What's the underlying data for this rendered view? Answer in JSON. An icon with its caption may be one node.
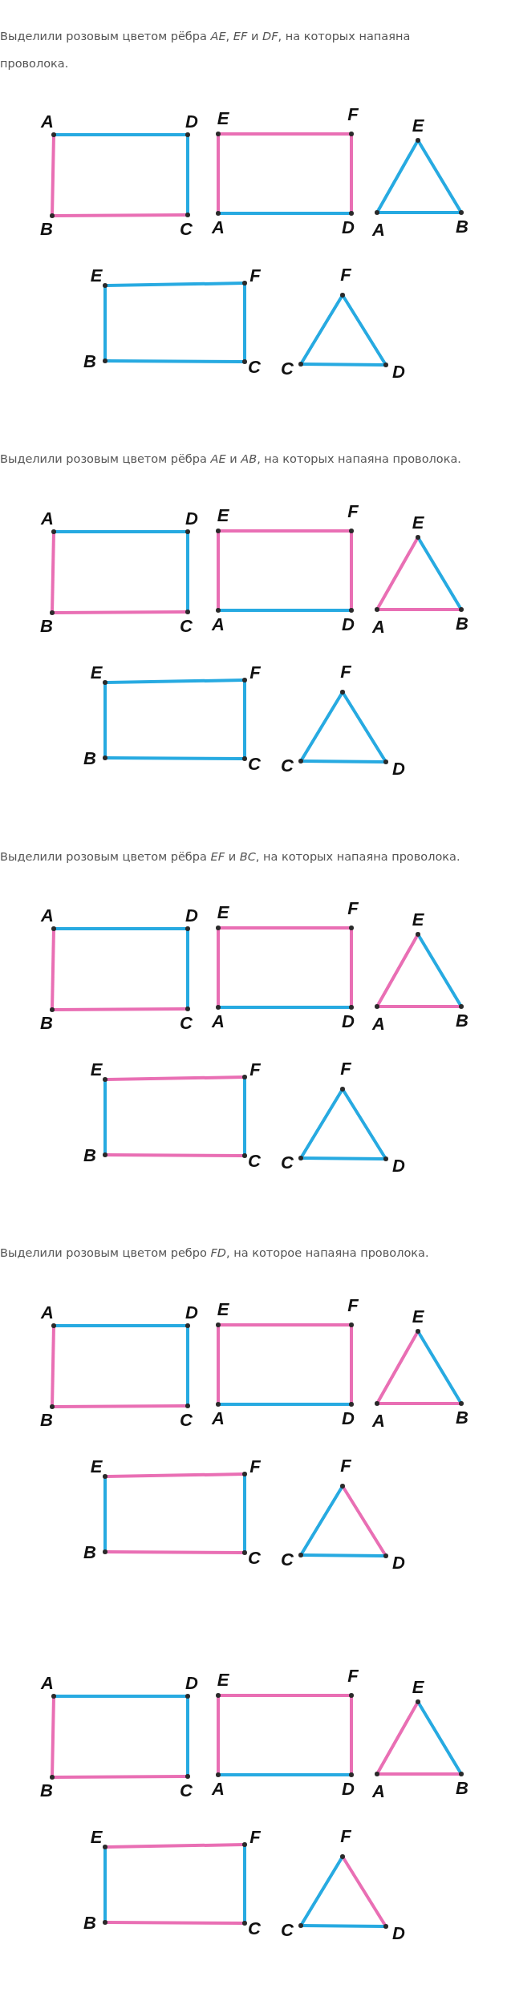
{
  "diagram": {
    "nodes": [
      {
        "text": [],
        "shape": "point",
        "beside": [
          "A"
        ]
      },
      {
        "text": [],
        "shape": "point",
        "beside": [
          "D"
        ]
      },
      {
        "text": [],
        "shape": "point",
        "beside": [
          "B"
        ]
      },
      {
        "text": [],
        "shape": "point",
        "beside": [
          "C"
        ]
      },
      {
        "text": [],
        "shape": "point",
        "beside": [
          "E"
        ]
      },
      {
        "text": [],
        "shape": "point",
        "beside": [
          "F"
        ]
      },
      {
        "text": [],
        "shape": "point",
        "beside": [
          "A"
        ]
      },
      {
        "text": [],
        "shape": "point",
        "beside": [
          "D"
        ]
      },
      {
        "text": [],
        "shape": "point",
        "beside": [
          "E"
        ]
      },
      {
        "text": [],
        "shape": "point",
        "beside": [
          "A"
        ]
      },
      {
        "text": [],
        "shape": "point",
        "beside": [
          "B"
        ]
      },
      {
        "text": [],
        "shape": "point",
        "beside": [
          "E"
        ]
      },
      {
        "text": [],
        "shape": "point",
        "beside": [
          "F"
        ]
      },
      {
        "text": [],
        "shape": "point",
        "beside": [
          "B"
        ]
      },
      {
        "text": [],
        "shape": "point",
        "beside": [
          "C"
        ]
      },
      {
        "text": [],
        "shape": "point",
        "beside": [
          "F"
        ]
      },
      {
        "text": [],
        "shape": "point",
        "beside": [
          "C"
        ]
      },
      {
        "text": [],
        "shape": "point",
        "beside": [
          "D"
        ]
      },
      {
        "text": [],
        "shape": "point",
        "beside": [
          "A"
        ]
      },
      {
        "text": [],
        "shape": "point",
        "beside": [
          "D"
        ]
      },
      {
        "text": [],
        "shape": "point",
        "beside": [
          "B"
        ]
      },
      {
        "text": [],
        "shape": "point",
        "beside": [
          "C"
        ]
      },
      {
        "text": [],
        "shape": "point",
        "beside": [
          "E"
        ]
      },
      {
        "text": [],
        "shape": "point",
        "beside": [
          "F"
        ]
      },
      {
        "text": [],
        "shape": "point",
        "beside": [
          "A"
        ]
      },
      {
        "text": [],
        "shape": "point",
        "beside": [
          "D"
        ]
      },
      {
        "text": [],
        "shape": "point",
        "beside": [
          "E"
        ]
      },
      {
        "text": [],
        "shape": "point",
        "beside": [
          "A"
        ]
      },
      {
        "text": [],
        "shape": "point",
        "beside": [
          "B"
        ]
      },
      {
        "text": [],
        "shape": "point",
        "beside": [
          "E"
        ]
      },
      {
        "text": [],
        "shape": "point",
        "beside": [
          "F"
        ]
      },
      {
        "text": [],
        "shape": "point",
        "beside": [
          "B"
        ]
      },
      {
        "text": [],
        "shape": "point",
        "beside": [
          "C"
        ]
      },
      {
        "text": [],
        "shape": "point",
        "beside": [
          "F"
        ]
      },
      {
        "text": [],
        "shape": "point",
        "beside": [
          "C"
        ]
      },
      {
        "text": [],
        "shape": "point",
        "beside": [
          "D"
        ]
      },
      {
        "text": [],
        "shape": "point",
        "beside": [
          "A"
        ]
      },
      {
        "text": [],
        "shape": "point",
        "beside": [
          "D"
        ]
      },
      {
        "text": [],
        "shape": "point",
        "beside": [
          "B"
        ]
      },
      {
        "text": [],
        "shape": "point",
        "beside": [
          "C"
        ]
      },
      {
        "text": [],
        "shape": "point",
        "beside": [
          "E"
        ]
      },
      {
        "text": [],
        "shape": "point",
        "beside": [
          "F"
        ]
      },
      {
        "text": [],
        "shape": "point",
        "beside": [
          "A"
        ]
      },
      {
        "text": [],
        "shape": "point",
        "beside": [
          "D"
        ]
      },
      {
        "text": [],
        "shape": "point",
        "beside": [
          "E"
        ]
      },
      {
        "text": [],
        "shape": "point",
        "beside": [
          "A"
        ]
      },
      {
        "text": [],
        "shape": "point",
        "beside": [
          "B"
        ]
      },
      {
        "text": [],
        "shape": "point",
        "beside": [
          "E"
        ]
      },
      {
        "text": [],
        "shape": "point",
        "beside": [
          "F"
        ]
      },
      {
        "text": [],
        "shape": "point",
        "beside": [
          "B"
        ]
      },
      {
        "text": [],
        "shape": "point",
        "beside": [
          "C"
        ]
      },
      {
        "text": [],
        "shape": "point",
        "beside": [
          "F"
        ]
      },
      {
        "text": [],
        "shape": "point",
        "beside": [
          "C"
        ]
      },
      {
        "text": [],
        "shape": "point",
        "beside": [
          "D"
        ]
      },
      {
        "text": [],
        "shape": "point",
        "beside": [
          "A"
        ]
      },
      {
        "text": [],
        "shape": "point",
        "beside": [
          "D"
        ]
      },
      {
        "text": [],
        "shape": "point",
        "beside": [
          "B"
        ]
      },
      {
        "text": [],
        "shape": "point",
        "beside": [
          "C"
        ]
      },
      {
        "text": [],
        "shape": "point",
        "beside": [
          "E"
        ]
      },
      {
        "text": [],
        "shape": "point",
        "beside": [
          "F"
        ]
      },
      {
        "text": [],
        "shape": "point",
        "beside": [
          "A"
        ]
      },
      {
        "text": [],
        "shape": "point",
        "beside": [
          "D"
        ]
      },
      {
        "text": [],
        "shape": "point",
        "beside": [
          "E"
        ]
      },
      {
        "text": [],
        "shape": "point",
        "beside": [
          "A"
        ]
      },
      {
        "text": [],
        "shape": "point",
        "beside": [
          "B"
        ]
      },
      {
        "text": [],
        "shape": "point",
        "beside": [
          "E"
        ]
      },
      {
        "text": [],
        "shape": "point",
        "beside": [
          "F"
        ]
      },
      {
        "text": [],
        "shape": "point",
        "beside": [
          "B"
        ]
      },
      {
        "text": [],
        "shape": "point",
        "beside": [
          "C"
        ]
      },
      {
        "text": [],
        "shape": "point",
        "beside": [
          "F"
        ]
      },
      {
        "text": [],
        "shape": "point",
        "beside": [
          "C"
        ]
      },
      {
        "text": [],
        "shape": "point",
        "beside": [
          "D"
        ]
      },
      {
        "text": [],
        "shape": "point",
        "beside": [
          "A"
        ]
      },
      {
        "text": [],
        "shape": "point",
        "beside": [
          "D"
        ]
      },
      {
        "text": [],
        "shape": "point",
        "beside": [
          "B"
        ]
      },
      {
        "text": [],
        "shape": "point",
        "beside": [
          "C"
        ]
      },
      {
        "text": [],
        "shape": "point",
        "beside": [
          "E"
        ]
      },
      {
        "text": [],
        "shape": "point",
        "beside": [
          "F"
        ]
      },
      {
        "text": [],
        "shape": "point",
        "beside": [
          "A"
        ]
      },
      {
        "text": [],
        "shape": "point",
        "beside": [
          "D"
        ]
      },
      {
        "text": [],
        "shape": "point",
        "beside": [
          "E"
        ]
      },
      {
        "text": [],
        "shape": "point",
        "beside": [
          "A"
        ]
      },
      {
        "text": [],
        "shape": "point",
        "beside": [
          "B"
        ]
      },
      {
        "text": [],
        "shape": "point",
        "beside": [
          "E"
        ]
      },
      {
        "text": [],
        "shape": "point",
        "beside": [
          "F"
        ]
      },
      {
        "text": [],
        "shape": "point",
        "beside": [
          "B"
        ]
      },
      {
        "text": [],
        "shape": "point",
        "beside": [
          "C"
        ]
      },
      {
        "text": [],
        "shape": "point",
        "beside": [
          "F"
        ]
      },
      {
        "text": [],
        "shape": "point",
        "beside": [
          "C"
        ]
      },
      {
        "text": [],
        "shape": "point",
        "beside": [
          "D"
        ]
      }
    ],
    "edges": [
      {
        "from": 0,
        "to": 1,
        "arrow": "none"
      },
      {
        "from": 1,
        "to": 3,
        "arrow": "none"
      },
      {
        "from": 3,
        "to": 2,
        "arrow": "none",
        "color": "#e96fb4"
      },
      {
        "from": 2,
        "to": 0,
        "arrow": "none",
        "color": "#e96fb4"
      },
      {
        "from": 4,
        "to": 5,
        "arrow": "none",
        "color": "#e96fb4"
      },
      {
        "from": 5,
        "to": 7,
        "arrow": "none",
        "color": "#e96fb4"
      },
      {
        "from": 7,
        "to": 6,
        "arrow": "none"
      },
      {
        "from": 6,
        "to": 4,
        "arrow": "none",
        "color": "#e96fb4"
      },
      {
        "from": 8,
        "to": 10,
        "arrow": "none"
      },
      {
        "from": 10,
        "to": 9,
        "arrow": "none"
      },
      {
        "from": 9,
        "to": 8,
        "arrow": "none"
      },
      {
        "from": 11,
        "to": 12,
        "arrow": "none"
      },
      {
        "from": 12,
        "to": 14,
        "arrow": "none"
      },
      {
        "from": 14,
        "to": 13,
        "arrow": "none"
      },
      {
        "from": 13,
        "to": 11,
        "arrow": "none"
      },
      {
        "from": 15,
        "to": 17,
        "arrow": "none"
      },
      {
        "from": 17,
        "to": 16,
        "arrow": "none"
      },
      {
        "from": 16,
        "to": 15,
        "arrow": "none"
      },
      {
        "from": 18,
        "to": 19,
        "arrow": "none"
      },
      {
        "from": 19,
        "to": 21,
        "arrow": "none"
      },
      {
        "from": 21,
        "to": 20,
        "arrow": "none",
        "color": "#e96fb4"
      },
      {
        "from": 20,
        "to": 18,
        "arrow": "none",
        "color": "#e96fb4"
      },
      {
        "from": 22,
        "to": 23,
        "arrow": "none",
        "color": "#e96fb4"
      },
      {
        "from": 23,
        "to": 25,
        "arrow": "none",
        "color": "#e96fb4"
      },
      {
        "from": 25,
        "to": 24,
        "arrow": "none"
      },
      {
        "from": 24,
        "to": 22,
        "arrow": "none",
        "color": "#e96fb4"
      },
      {
        "from": 26,
        "to": 28,
        "arrow": "none"
      },
      {
        "from": 28,
        "to": 27,
        "arrow": "none",
        "color": "#e96fb4"
      },
      {
        "from": 27,
        "to": 26,
        "arrow": "none",
        "color": "#e96fb4"
      },
      {
        "from": 29,
        "to": 30,
        "arrow": "none"
      },
      {
        "from": 30,
        "to": 32,
        "arrow": "none"
      },
      {
        "from": 32,
        "to": 31,
        "arrow": "none"
      },
      {
        "from": 31,
        "to": 29,
        "arrow": "none"
      },
      {
        "from": 33,
        "to": 35,
        "arrow": "none"
      },
      {
        "from": 35,
        "to": 34,
        "arrow": "none"
      },
      {
        "from": 34,
        "to": 33,
        "arrow": "none"
      },
      {
        "from": 36,
        "to": 37,
        "arrow": "none"
      },
      {
        "from": 37,
        "to": 39,
        "arrow": "none"
      },
      {
        "from": 39,
        "to": 38,
        "arrow": "none",
        "color": "#e96fb4"
      },
      {
        "from": 38,
        "to": 36,
        "arrow": "none",
        "color": "#e96fb4"
      },
      {
        "from": 40,
        "to": 41,
        "arrow": "none",
        "color": "#e96fb4"
      },
      {
        "from": 41,
        "to": 43,
        "arrow": "none",
        "color": "#e96fb4"
      },
      {
        "from": 43,
        "to": 42,
        "arrow": "none"
      },
      {
        "from": 42,
        "to": 40,
        "arrow": "none",
        "color": "#e96fb4"
      },
      {
        "from": 44,
        "to": 46,
        "arrow": "none"
      },
      {
        "from": 46,
        "to": 45,
        "arrow": "none",
        "color": "#e96fb4"
      },
      {
        "from": 45,
        "to": 44,
        "arrow": "none",
        "color": "#e96fb4"
      },
      {
        "from": 47,
        "to": 48,
        "arrow": "none",
        "color": "#e96fb4"
      },
      {
        "from": 48,
        "to": 50,
        "arrow": "none"
      },
      {
        "from": 50,
        "to": 49,
        "arrow": "none",
        "color": "#e96fb4"
      },
      {
        "from": 49,
        "to": 47,
        "arrow": "none"
      },
      {
        "from": 51,
        "to": 53,
        "arrow": "none"
      },
      {
        "from": 53,
        "to": 52,
        "arrow": "none"
      },
      {
        "from": 52,
        "to": 51,
        "arrow": "none"
      },
      {
        "from": 54,
        "to": 55,
        "arrow": "none"
      },
      {
        "from": 55,
        "to": 57,
        "arrow": "none"
      },
      {
        "from": 57,
        "to": 56,
        "arrow": "none",
        "color": "#e96fb4"
      },
      {
        "from": 56,
        "to": 54,
        "arrow": "none",
        "color": "#e96fb4"
      },
      {
        "from": 58,
        "to": 59,
        "arrow": "none",
        "color": "#e96fb4"
      },
      {
        "from": 59,
        "to": 61,
        "arrow": "none",
        "color": "#e96fb4"
      },
      {
        "from": 61,
        "to": 60,
        "arrow": "none"
      },
      {
        "from": 60,
        "to": 58,
        "arrow": "none",
        "color": "#e96fb4"
      },
      {
        "from": 62,
        "to": 64,
        "arrow": "none"
      },
      {
        "from": 64,
        "to": 63,
        "arrow": "none",
        "color": "#e96fb4"
      },
      {
        "from": 63,
        "to": 62,
        "arrow": "none",
        "color": "#e96fb4"
      },
      {
        "from": 65,
        "to": 66,
        "arrow": "none",
        "color": "#e96fb4"
      },
      {
        "from": 66,
        "to": 68,
        "arrow": "none"
      },
      {
        "from": 68,
        "to": 67,
        "arrow": "none",
        "color": "#e96fb4"
      },
      {
        "from": 67,
        "to": 65,
        "arrow": "none"
      },
      {
        "from": 69,
        "to": 71,
        "arrow": "none",
        "color": "#e96fb4"
      },
      {
        "from": 71,
        "to": 70,
        "arrow": "none"
      },
      {
        "from": 70,
        "to": 69,
        "arrow": "none"
      },
      {
        "from": 72,
        "to": 73,
        "arrow": "none"
      },
      {
        "from": 73,
        "to": 75,
        "arrow": "none"
      },
      {
        "from": 75,
        "to": 74,
        "arrow": "none",
        "color": "#e96fb4"
      },
      {
        "from": 74,
        "to": 72,
        "arrow": "none",
        "color": "#e96fb4"
      },
      {
        "from": 76,
        "to": 77,
        "arrow": "none",
        "color": "#e96fb4"
      },
      {
        "from": 77,
        "to": 79,
        "arrow": "none",
        "color": "#e96fb4"
      },
      {
        "from": 79,
        "to": 78,
        "arrow": "none"
      },
      {
        "from": 78,
        "to": 76,
        "arrow": "none",
        "color": "#e96fb4"
      },
      {
        "from": 80,
        "to": 82,
        "arrow": "none"
      },
      {
        "from": 82,
        "to": 81,
        "arrow": "none",
        "color": "#e96fb4"
      },
      {
        "from": 81,
        "to": 80,
        "arrow": "none",
        "color": "#e96fb4"
      },
      {
        "from": 83,
        "to": 84,
        "arrow": "none",
        "color": "#e96fb4"
      },
      {
        "from": 84,
        "to": 86,
        "arrow": "none"
      },
      {
        "from": 86,
        "to": 85,
        "arrow": "none",
        "color": "#e96fb4"
      },
      {
        "from": 85,
        "to": 83,
        "arrow": "none"
      },
      {
        "from": 87,
        "to": 89,
        "arrow": "none",
        "color": "#e96fb4"
      },
      {
        "from": 89,
        "to": 88,
        "arrow": "none"
      },
      {
        "from": 88,
        "to": 87,
        "arrow": "none"
      }
    ],
    "labels": [
      "Выделили розовым цветом рёбра *AE*, *EF* и *DF*, на которых напаяна проволока.",
      "Выделили розовым цветом рёбра *AE* и *AB*, на которых напаяна проволока.",
      "Выделили розовым цветом рёбра *EF* и *BC*, на которых напаяна проволока.",
      "Выделили розовым цветом ребро *FD*, на которое напаяна проволока."
    ]
  }
}
